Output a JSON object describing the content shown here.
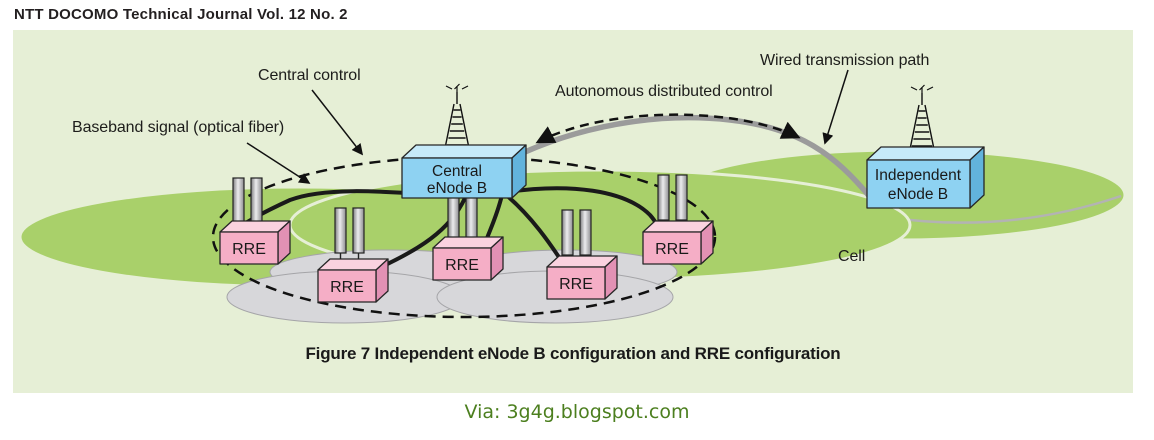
{
  "header": {
    "title": "NTT DOCOMO Technical Journal Vol. 12 No. 2"
  },
  "figure": {
    "caption": "Figure 7  Independent eNode B configuration and RRE configuration",
    "labels": {
      "central_control": "Central control",
      "baseband_signal": "Baseband signal (optical fiber)",
      "autonomous_control": "Autonomous distributed control",
      "wired_path": "Wired transmission path",
      "cell": "Cell"
    },
    "nodes": {
      "central_enodeb": {
        "line1": "Central",
        "line2": "eNode B"
      },
      "independent_enodeb": {
        "line1": "Independent",
        "line2": "eNode B"
      },
      "rre_label": "RRE"
    },
    "colors": {
      "panel_bg": "#e6efd6",
      "cell_green": "#a9d06a",
      "cell_gray": "#d7d7da",
      "enodeb_blue": "#8ed2f2",
      "rre_pink": "#f5aec6",
      "fiber_black": "#1a1a1a",
      "wired_gray": "#9b9b9b"
    }
  },
  "footer": {
    "via": "Via: 3g4g.blogspot.com"
  }
}
